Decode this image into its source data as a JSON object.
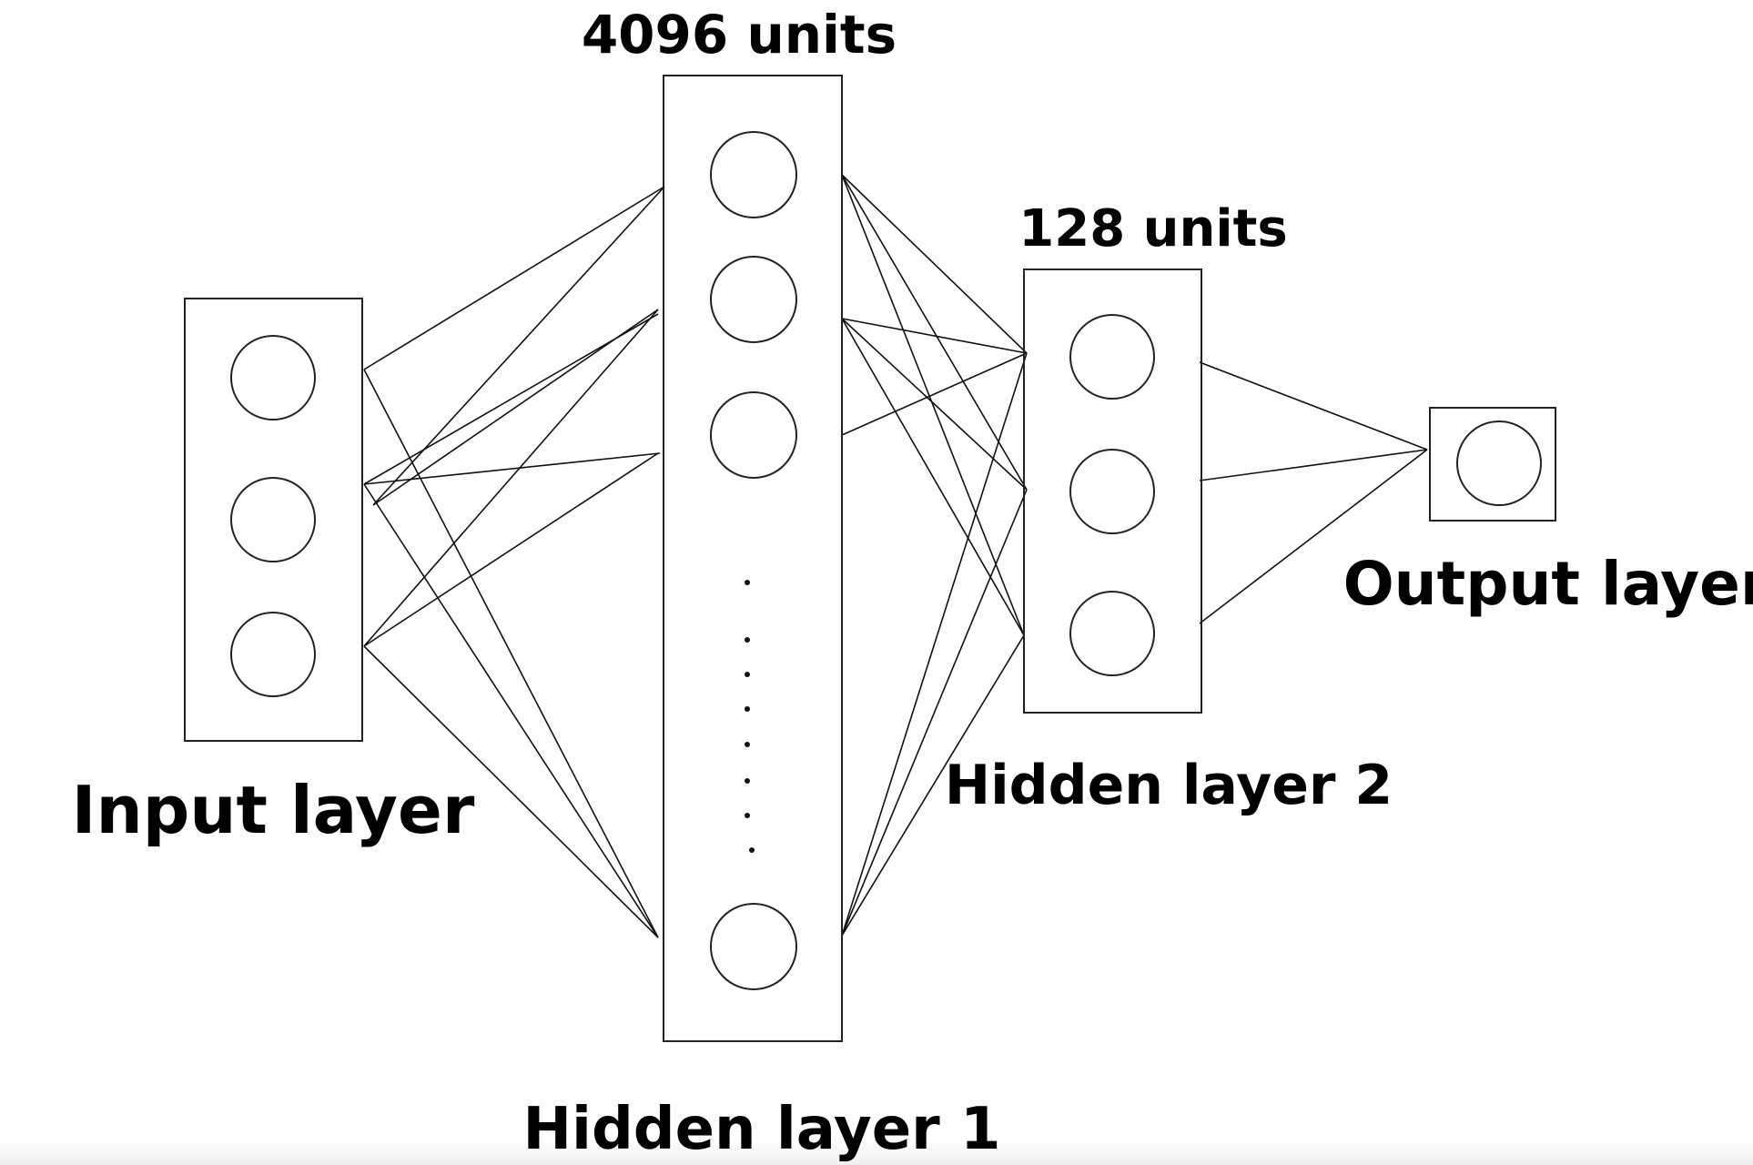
{
  "labels": {
    "input_layer": "Input layer",
    "hidden_layer_1": "Hidden layer 1",
    "hidden_layer_2": "Hidden layer 2",
    "output_layer": "Output layer",
    "hidden1_units": "4096 units",
    "hidden2_units": "128 units"
  },
  "layers": [
    {
      "id": "input",
      "nodes": 3
    },
    {
      "id": "hidden1",
      "nodes": 4,
      "ellipsis": true
    },
    {
      "id": "hidden2",
      "nodes": 3
    },
    {
      "id": "output",
      "nodes": 1
    }
  ],
  "colors": {
    "stroke": "#222222",
    "background": "#ffffff"
  }
}
